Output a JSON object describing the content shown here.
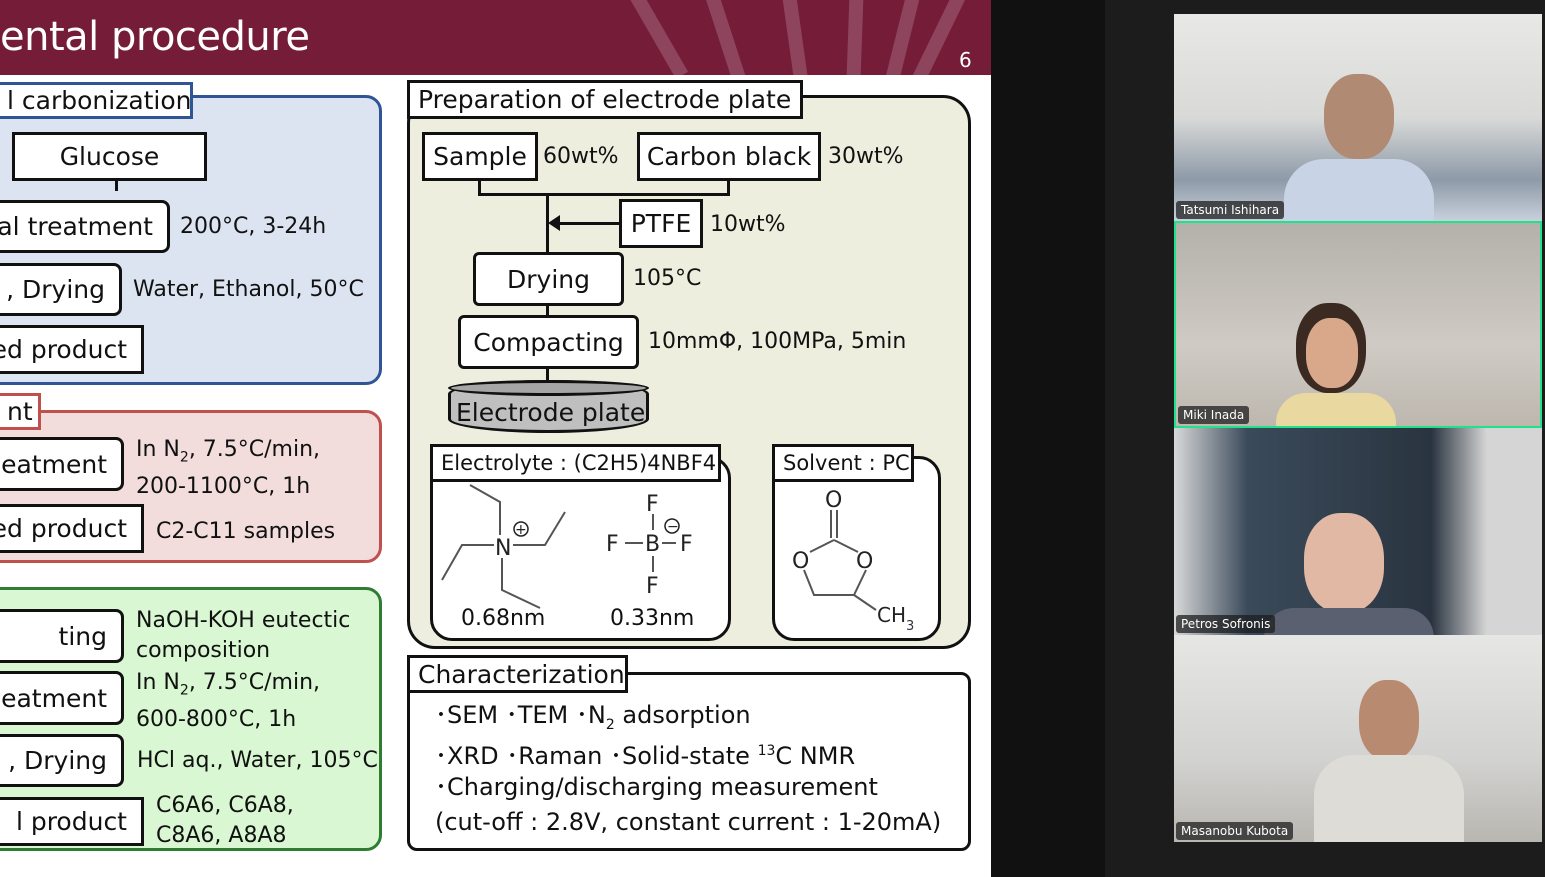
{
  "slide": {
    "title": "ental procedure",
    "page_number": "6",
    "carbonization": {
      "title": "l carbonization",
      "glucose": "Glucose",
      "step1": "al treatment",
      "step1_note": "200°C, 3-24h",
      "step2": ", Drying",
      "step2_note": "Water, Ethanol, 50°C",
      "step3": "ed product"
    },
    "treatment": {
      "title": "nt",
      "step1": "eatment",
      "step1_note_a": "In N",
      "step1_note_sub": "2",
      "step1_note_b": ", 7.5°C/min,",
      "step1_note_line2": "200-1100°C, 1h",
      "step2": "ed product",
      "step2_note": "C2-C11 samples"
    },
    "activation": {
      "step1": "ting",
      "step1_note_line1": "NaOH-KOH eutectic",
      "step1_note_line2": "composition",
      "step2": "eatment",
      "step2_note_a": "In N",
      "step2_note_sub": "2",
      "step2_note_b": ", 7.5°C/min,",
      "step2_note_line2": "600-800°C, 1h",
      "step3": ", Drying",
      "step3_note": "HCl aq.,  Water, 105°C",
      "step4": "l product",
      "step4_note_line1": "C6A6, C6A8,",
      "step4_note_line2": "C8A6, A8A8"
    },
    "electrode": {
      "title": "Preparation of electrode plate",
      "sample": "Sample",
      "sample_ratio": "60wt%",
      "carbon_black": "Carbon black",
      "carbon_ratio": "30wt%",
      "ptfe": "PTFE",
      "ptfe_ratio": "10wt%",
      "drying": "Drying",
      "drying_note": "105°C",
      "compacting": "Compacting",
      "compacting_note": "10mmΦ, 100MPa, 5min",
      "plate": "Electrode plate",
      "electrolyte_title": "Electrolyte : (C2H5)4NBF4",
      "cation_size": "0.68nm",
      "anion_size": "0.33nm",
      "solvent_title": "Solvent : PC",
      "atoms": {
        "N": "N",
        "B": "B",
        "F": "F",
        "O": "O",
        "CH": "CH",
        "three": "3",
        "plus": "+",
        "minus": "−"
      }
    },
    "characterization": {
      "title": "Characterization",
      "l1_a": "･SEM ･TEM ･N",
      "l1_sub": "2",
      "l1_b": " adsorption",
      "l2_a": "･XRD  ･Raman  ･Solid-state ",
      "l2_sup": "13",
      "l2_b": "C NMR",
      "l3": "･Charging/discharging measurement",
      "l4": "(cut-off : 2.8V, constant current : 1-20mA)"
    }
  },
  "participants": [
    {
      "name": "Tatsumi Ishihara",
      "active": false
    },
    {
      "name": "Miki Inada",
      "active": true
    },
    {
      "name": "Petros Sofronis",
      "active": false
    },
    {
      "name": "Masanobu Kubota",
      "active": false
    }
  ],
  "colors": {
    "header": "#751c39",
    "active_speaker": "#1ee38a"
  }
}
